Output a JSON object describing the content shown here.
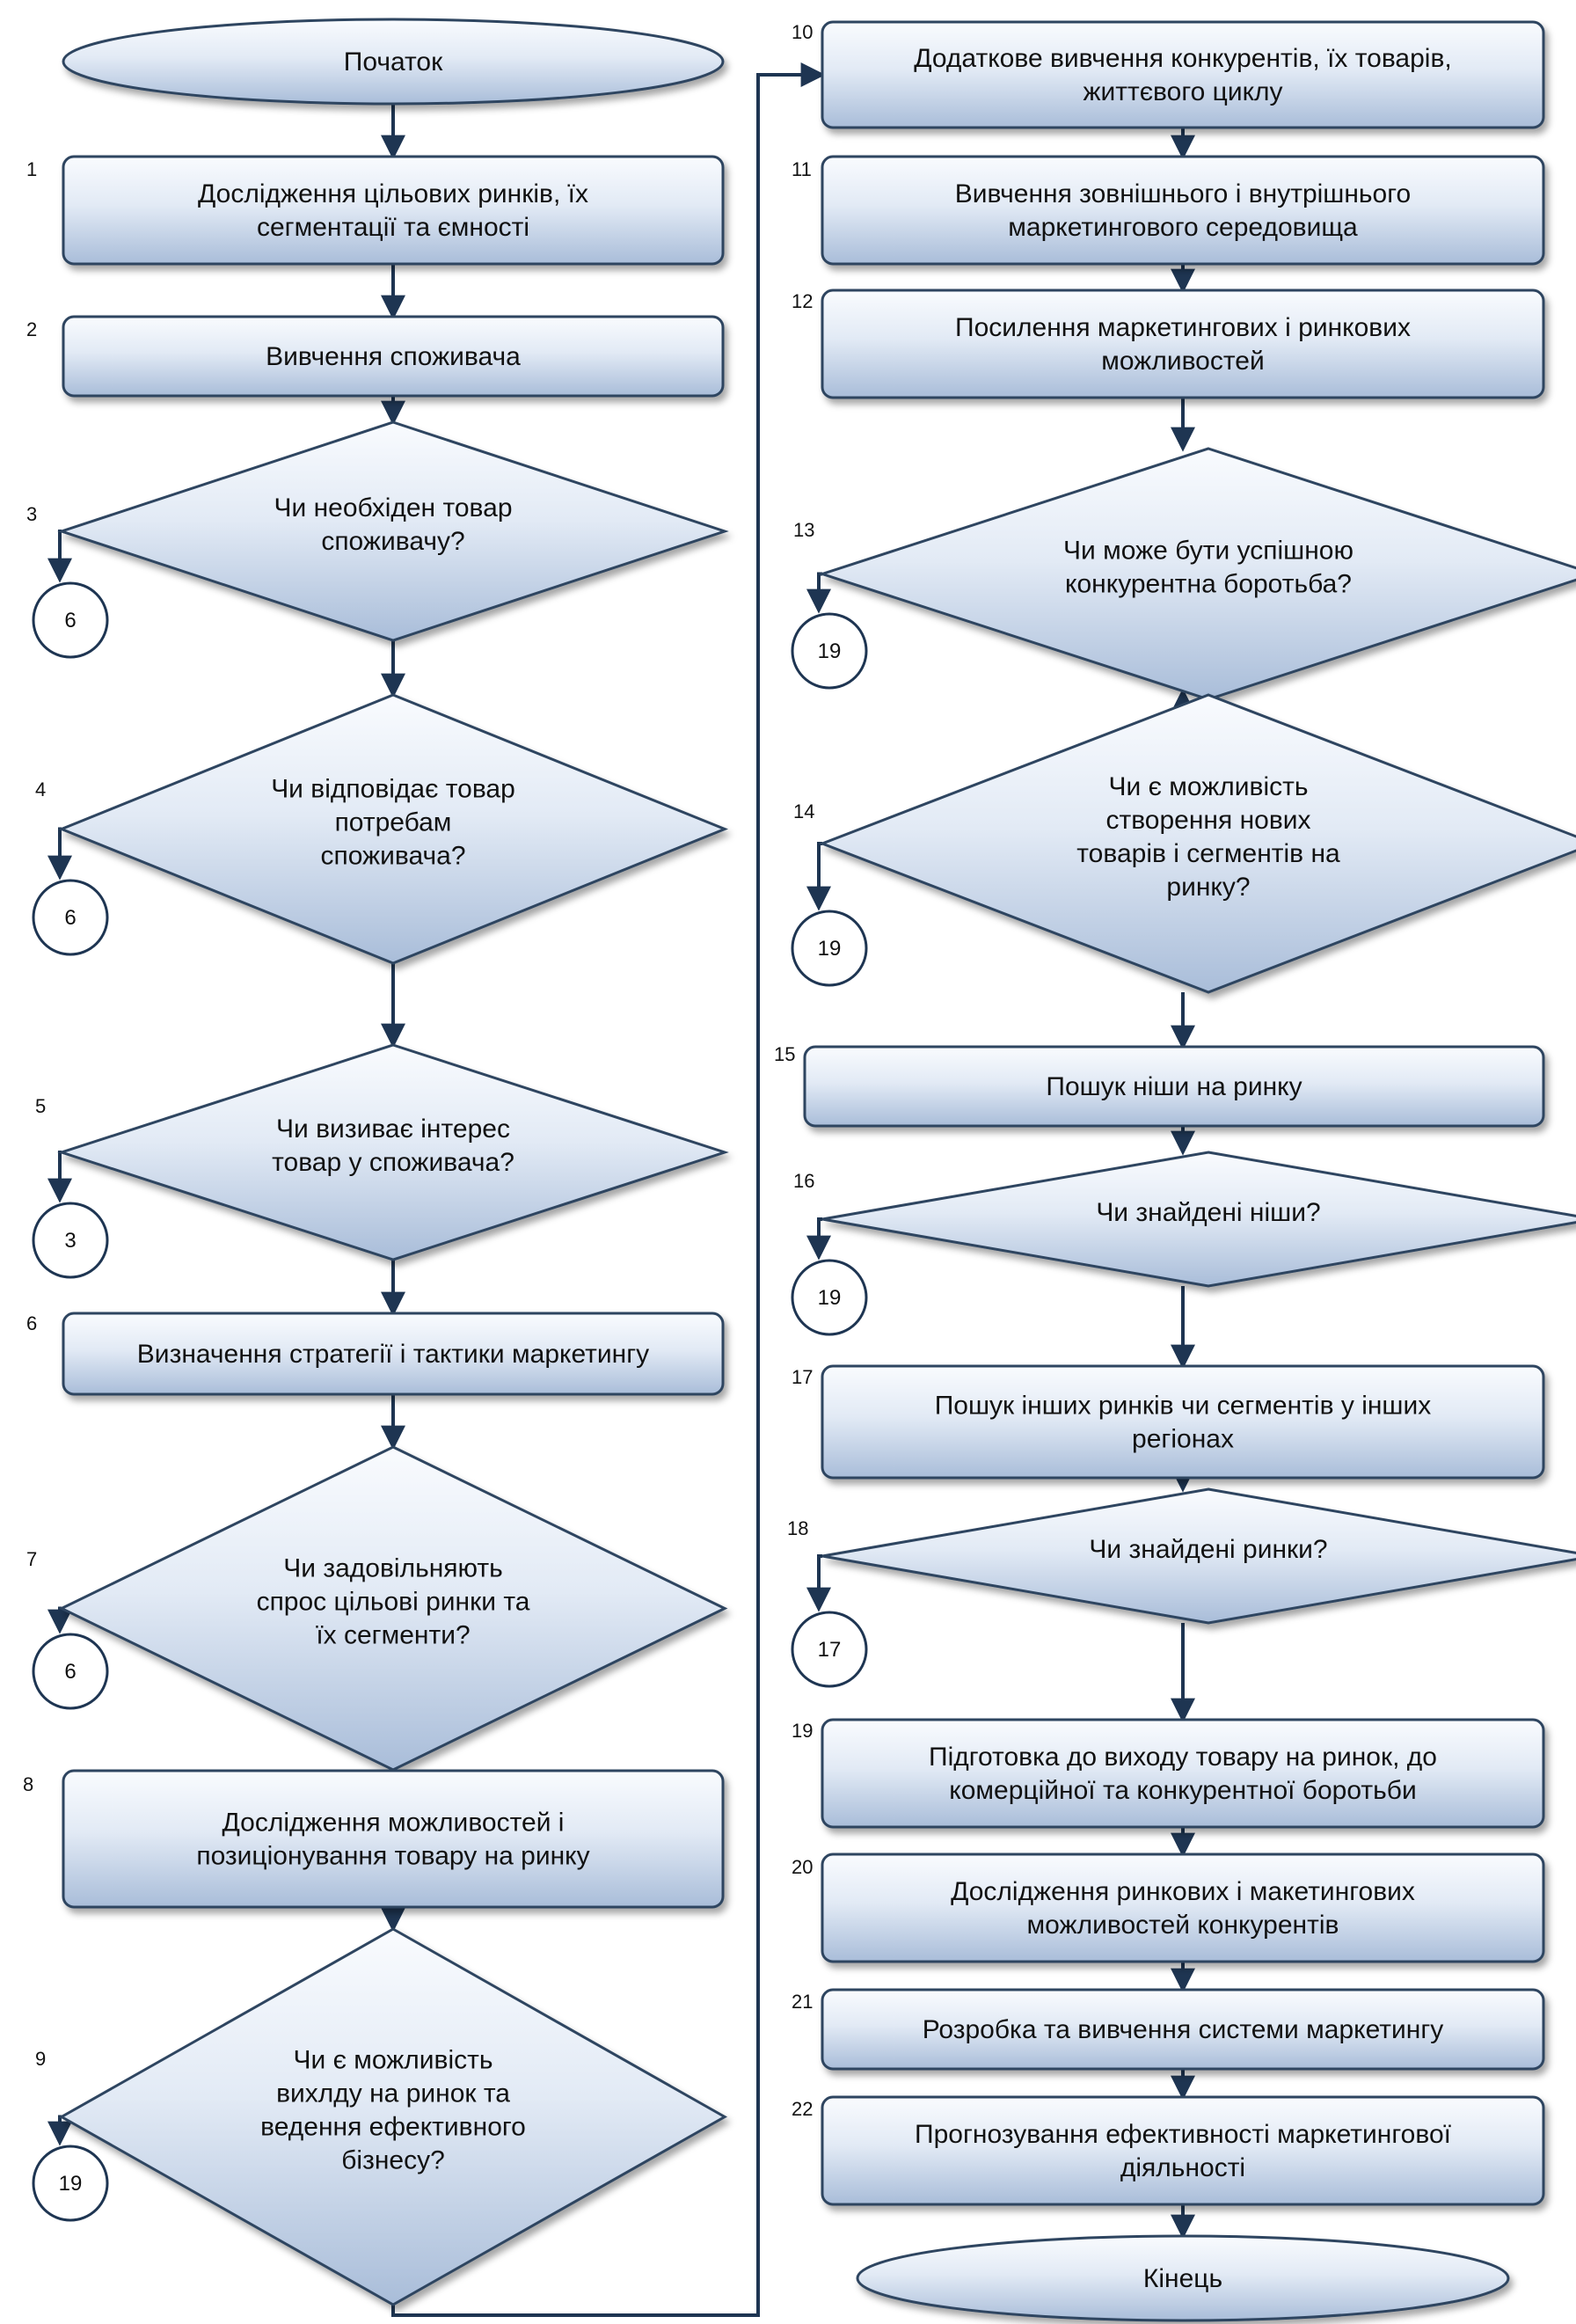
{
  "flowchart": {
    "start": "Початок",
    "end": "Кінець",
    "steps": [
      {
        "num": "1",
        "kind": "process",
        "lines": [
          "Дослідження цільових ринків, їх",
          "сегментації та ємності"
        ]
      },
      {
        "num": "2",
        "kind": "process",
        "lines": [
          "Вивчення споживача"
        ]
      },
      {
        "num": "3",
        "kind": "decision",
        "lines": [
          "Чи необхіден товар",
          "споживачу?"
        ],
        "goto": "6"
      },
      {
        "num": "4",
        "kind": "decision",
        "lines": [
          "Чи відповідає товар",
          "потребам",
          "споживача?"
        ],
        "goto": "6"
      },
      {
        "num": "5",
        "kind": "decision",
        "lines": [
          "Чи визиває інтерес",
          "товар у споживача?"
        ],
        "goto": "3"
      },
      {
        "num": "6",
        "kind": "process",
        "lines": [
          "Визначення стратегії і тактики маркетингу"
        ]
      },
      {
        "num": "7",
        "kind": "decision",
        "lines": [
          "Чи задовільняють",
          "спрос цільові ринки та",
          "їх сегменти?"
        ],
        "goto": "6"
      },
      {
        "num": "8",
        "kind": "process",
        "lines": [
          "Дослідження можливостей і",
          "позиціонування товару на ринку"
        ]
      },
      {
        "num": "9",
        "kind": "decision",
        "lines": [
          "Чи є можливість",
          "вихлду на ринок та",
          "ведення ефективного",
          "бізнесу?"
        ],
        "goto": "19"
      },
      {
        "num": "10",
        "kind": "process",
        "lines": [
          "Додаткове вивчення конкурентів, їх товарів,",
          "життєвого циклу"
        ]
      },
      {
        "num": "11",
        "kind": "process",
        "lines": [
          "Вивчення зовнішнього і внутрішнього",
          "маркетингового середовища"
        ]
      },
      {
        "num": "12",
        "kind": "process",
        "lines": [
          "Посилення маркетингових і ринкових",
          "можливостей"
        ]
      },
      {
        "num": "13",
        "kind": "decision",
        "lines": [
          "Чи може бути успішною",
          "конкурентна боротьба?"
        ],
        "goto": "19"
      },
      {
        "num": "14",
        "kind": "decision",
        "lines": [
          "Чи є можливість",
          "створення нових",
          "товарів і сегментів на",
          "ринку?"
        ],
        "goto": "19"
      },
      {
        "num": "15",
        "kind": "process",
        "lines": [
          "Пошук ніши на ринку"
        ]
      },
      {
        "num": "16",
        "kind": "decision",
        "lines": [
          "Чи знайдені ніши?"
        ],
        "goto": "19"
      },
      {
        "num": "17",
        "kind": "process",
        "lines": [
          "Пошук інших ринків чи сегментів у інших",
          "регіонах"
        ]
      },
      {
        "num": "18",
        "kind": "decision",
        "lines": [
          "Чи знайдені ринки?"
        ],
        "goto": "17"
      },
      {
        "num": "19",
        "kind": "process",
        "lines": [
          "Підготовка до виходу товару на ринок, до",
          "комерційної та конкурентної боротьби"
        ]
      },
      {
        "num": "20",
        "kind": "process",
        "lines": [
          "Дослідження ринкових і макетингових",
          "можливостей конкурентів"
        ]
      },
      {
        "num": "21",
        "kind": "process",
        "lines": [
          "Розробка та вивчення системи маркетингу"
        ]
      },
      {
        "num": "22",
        "kind": "process",
        "lines": [
          "Прогнозування ефективності маркетингової",
          "діяльності"
        ]
      }
    ]
  },
  "colors": {
    "box_top": "#f9fbfe",
    "box_bottom": "#a9bdd9",
    "stroke": "#2d4460",
    "line": "#1e3552",
    "text": "#111111"
  }
}
